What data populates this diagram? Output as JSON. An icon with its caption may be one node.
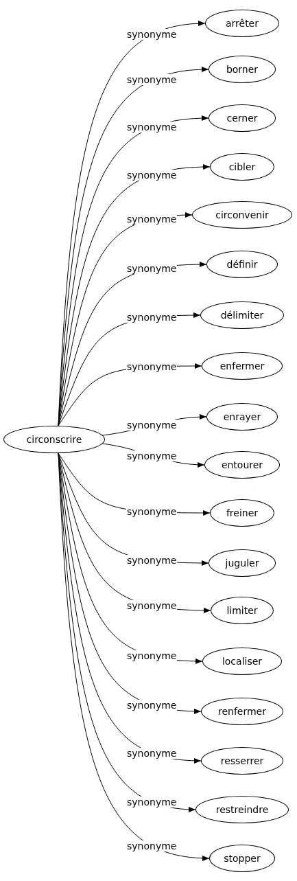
{
  "diagram": {
    "nodes": [
      {
        "text": [
          "circonscrire"
        ]
      },
      {
        "text": [
          "arrêter"
        ]
      },
      {
        "text": [
          "borner"
        ]
      },
      {
        "text": [
          "cerner"
        ]
      },
      {
        "text": [
          "cibler"
        ]
      },
      {
        "text": [
          "circonvenir"
        ]
      },
      {
        "text": [
          "définir"
        ]
      },
      {
        "text": [
          "délimiter"
        ]
      },
      {
        "text": [
          "enfermer"
        ]
      },
      {
        "text": [
          "enrayer"
        ]
      },
      {
        "text": [
          "entourer"
        ]
      },
      {
        "text": [
          "freiner"
        ]
      },
      {
        "text": [
          "juguler"
        ]
      },
      {
        "text": [
          "limiter"
        ]
      },
      {
        "text": [
          "localiser"
        ]
      },
      {
        "text": [
          "renfermer"
        ]
      },
      {
        "text": [
          "resserrer"
        ]
      },
      {
        "text": [
          "restreindre"
        ]
      },
      {
        "text": [
          "stopper"
        ]
      }
    ],
    "edges": [
      {
        "from": 0,
        "to": 1,
        "arrow": "to",
        "label": "synonyme"
      },
      {
        "from": 0,
        "to": 2,
        "arrow": "to",
        "label": "synonyme"
      },
      {
        "from": 0,
        "to": 3,
        "arrow": "to",
        "label": "synonyme"
      },
      {
        "from": 0,
        "to": 4,
        "arrow": "to",
        "label": "synonyme"
      },
      {
        "from": 0,
        "to": 5,
        "arrow": "to",
        "label": "synonyme"
      },
      {
        "from": 0,
        "to": 6,
        "arrow": "to",
        "label": "synonyme"
      },
      {
        "from": 0,
        "to": 7,
        "arrow": "to",
        "label": "synonyme"
      },
      {
        "from": 0,
        "to": 8,
        "arrow": "to",
        "label": "synonyme"
      },
      {
        "from": 0,
        "to": 9,
        "arrow": "to",
        "label": "synonyme"
      },
      {
        "from": 0,
        "to": 10,
        "arrow": "to",
        "label": "synonyme"
      },
      {
        "from": 0,
        "to": 11,
        "arrow": "to",
        "label": "synonyme"
      },
      {
        "from": 0,
        "to": 12,
        "arrow": "to",
        "label": "synonyme"
      },
      {
        "from": 0,
        "to": 13,
        "arrow": "to",
        "label": "synonyme"
      },
      {
        "from": 0,
        "to": 14,
        "arrow": "to",
        "label": "synonyme"
      },
      {
        "from": 0,
        "to": 15,
        "arrow": "to",
        "label": "synonyme"
      },
      {
        "from": 0,
        "to": 16,
        "arrow": "to",
        "label": "synonyme"
      },
      {
        "from": 0,
        "to": 17,
        "arrow": "to",
        "label": "synonyme"
      },
      {
        "from": 0,
        "to": 18,
        "arrow": "to",
        "label": "synonyme"
      }
    ]
  }
}
